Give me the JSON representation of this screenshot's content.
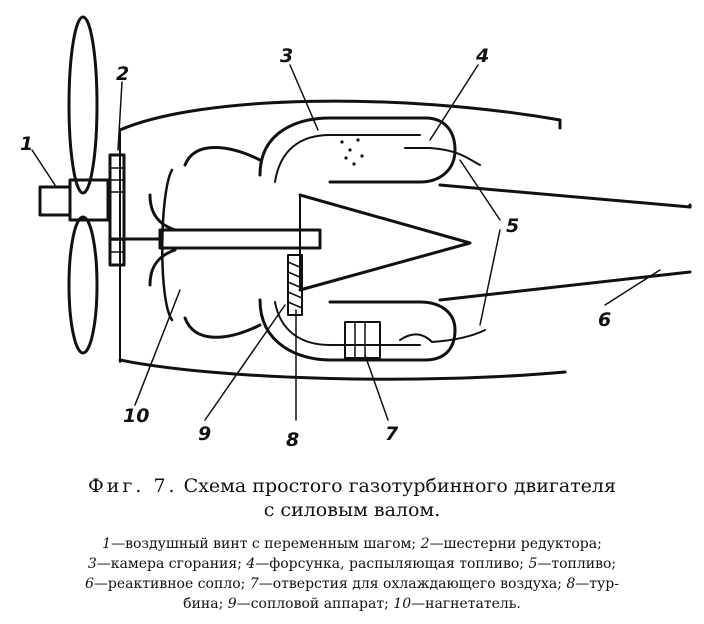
{
  "labels": {
    "n1": "1",
    "n2": "2",
    "n3": "3",
    "n4": "4",
    "n5": "5",
    "n6": "6",
    "n7": "7",
    "n8": "8",
    "n9": "9",
    "n10": "10"
  },
  "caption": {
    "fig_label": "Фиг. 7.",
    "title_line1": "Схема простого газотурбинного двигателя",
    "title_line2": "с силовым валом."
  },
  "legend": [
    {
      "num": "1",
      "text": "воздушный винт с переменным шагом;"
    },
    {
      "num": "2",
      "text": "шестерни редуктора;"
    },
    {
      "num": "3",
      "text": "камера сгорания;"
    },
    {
      "num": "4",
      "text": "форсунка, распыляющая топливо;"
    },
    {
      "num": "5",
      "text": "топливо;"
    },
    {
      "num": "6",
      "text": "реактивное сопло;"
    },
    {
      "num": "7",
      "text": "отверстия для охлаждающего воздуха;"
    },
    {
      "num": "8",
      "text": "тур-"
    },
    {
      "num": "",
      "text": "бина;"
    },
    {
      "num": "9",
      "text": "сопловой аппарат;"
    },
    {
      "num": "10",
      "text": "нагнетатель."
    }
  ]
}
